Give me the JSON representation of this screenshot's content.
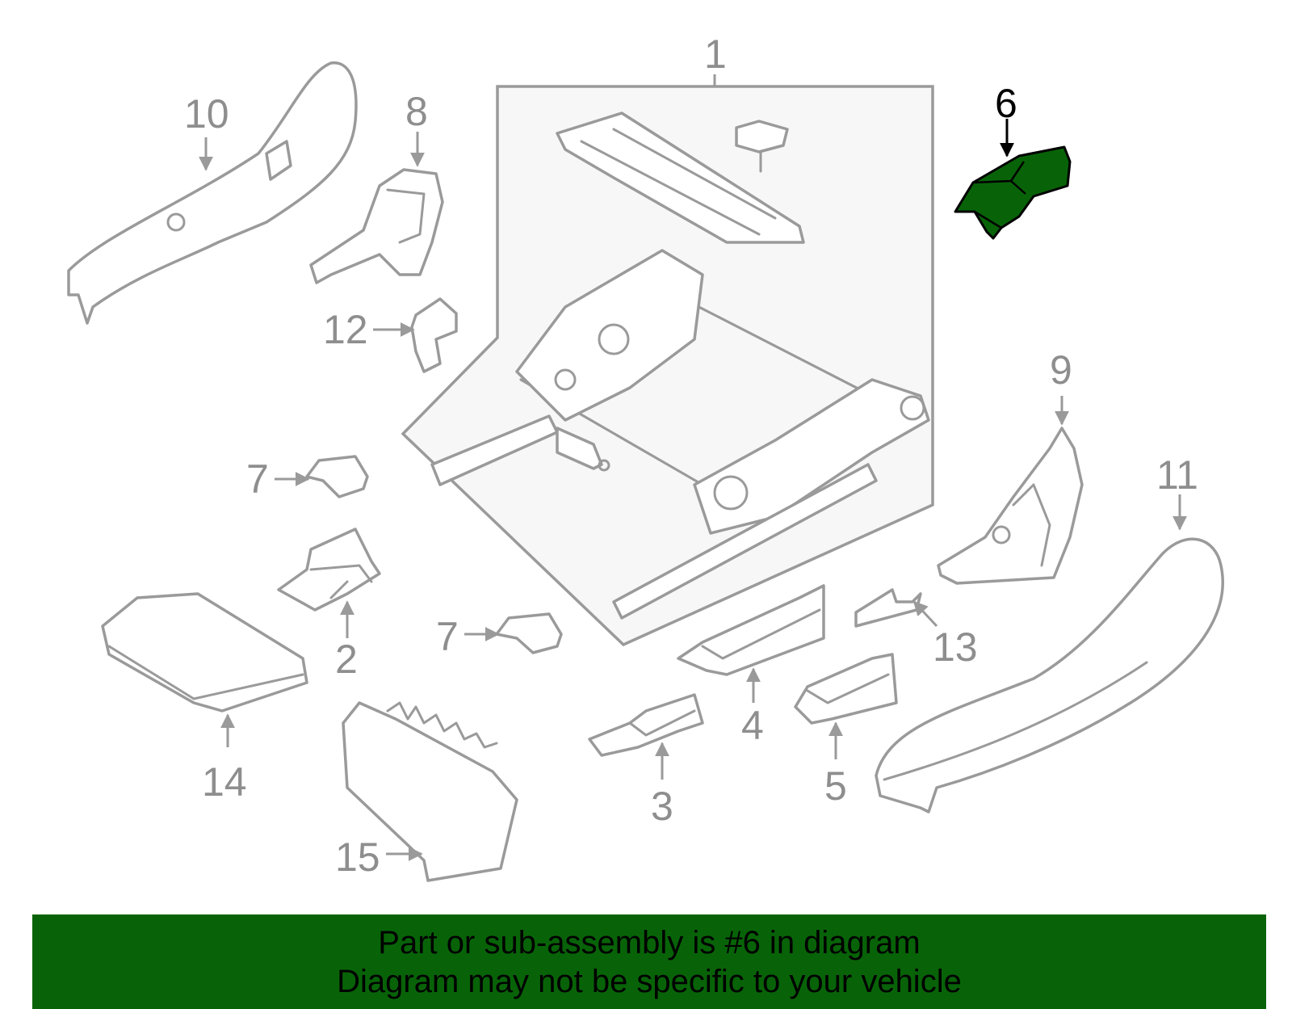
{
  "callouts": {
    "c1": "1",
    "c2": "2",
    "c3": "3",
    "c4": "4",
    "c5": "5",
    "c6": "6",
    "c7a": "7",
    "c7b": "7",
    "c8": "8",
    "c9": "9",
    "c10": "10",
    "c11": "11",
    "c12": "12",
    "c13": "13",
    "c14": "14",
    "c15": "15"
  },
  "highlighted_part": "6",
  "colors": {
    "highlight": "#086308",
    "banner": "#086308",
    "line": "#9a9a9a",
    "callout_text": "#8e8e8e"
  },
  "banner": {
    "line1": "Part or sub-assembly is #6 in diagram",
    "line2": "Diagram may not be specific to your vehicle"
  }
}
